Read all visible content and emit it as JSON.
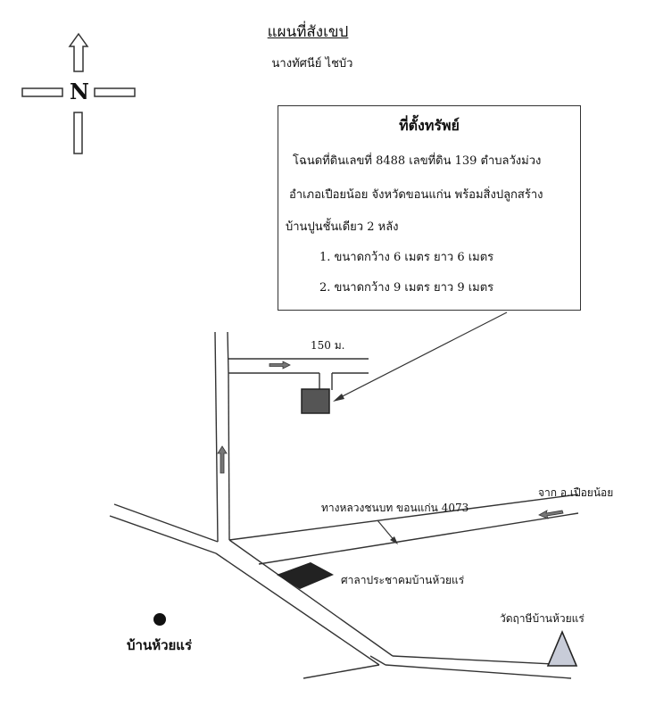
{
  "map": {
    "title": "แผนที่สังเขป",
    "owner": "นางทัศนีย์  ไชบัว",
    "compass_label": "N",
    "info_box": {
      "heading": "ที่ตั้งทรัพย์",
      "lines": [
        "โฉนดที่ดินเลขที่  8488  เลขที่ดิน  139  ตำบลวังม่วง",
        "อำเภอเปือยน้อย จังหวัดขอนแก่น  พร้อมสิ่งปลูกสร้าง",
        "บ้านปูนชั้นเดียว  2  หลัง",
        "1. ขนาดกว้าง  6  เมตร  ยาว  6  เมตร",
        "2. ขนาดกว้าง  9  เมตร  ยาว  9  เมตร"
      ]
    },
    "labels": {
      "distance": "150 ม.",
      "highway": "ทางหลวงชนบท ขอนแก่น 4073",
      "from_town": "จาก อ.เปือยน้อย",
      "community_hall": "ศาลาประชาคมบ้านห้วยแร่",
      "temple": "วัดฤาษีบ้านห้วยแร่",
      "village": "บ้านห้วยแร่"
    },
    "colors": {
      "line": "#333333",
      "property_fill": "#555555",
      "hall_fill": "#222222",
      "temple_fill": "#c8ccd8",
      "arrow_fill": "#777777"
    }
  }
}
